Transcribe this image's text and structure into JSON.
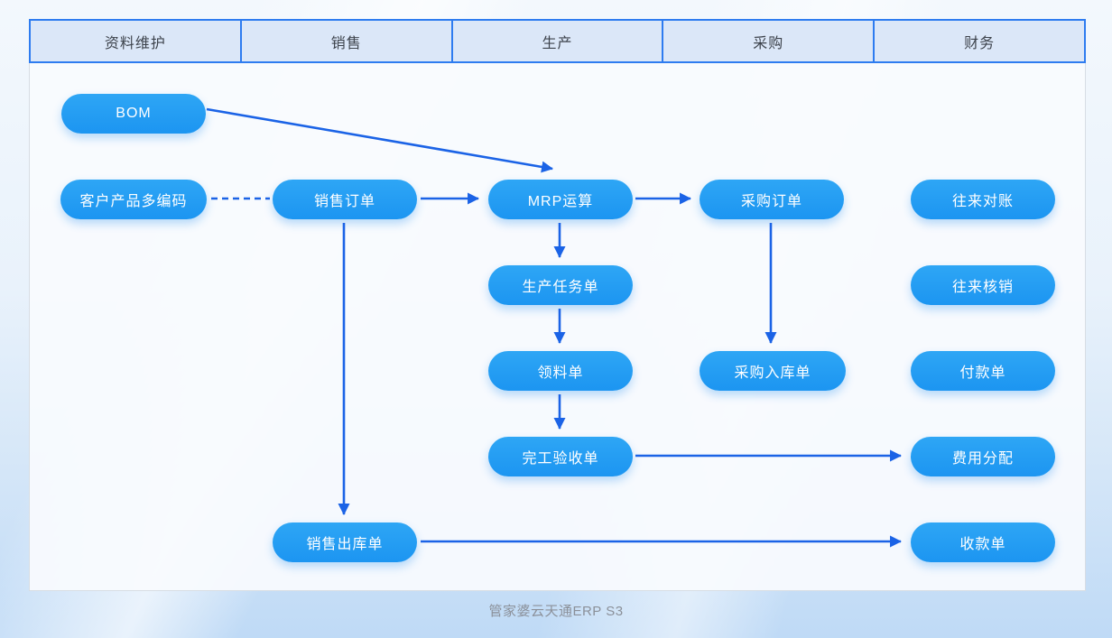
{
  "header": {
    "columns": [
      "资料维护",
      "销售",
      "生产",
      "采购",
      "财务"
    ]
  },
  "nodes": [
    {
      "id": "bom",
      "label": "BOM"
    },
    {
      "id": "customer-product-codes",
      "label": "客户产品多编码"
    },
    {
      "id": "sales-order",
      "label": "销售订单"
    },
    {
      "id": "mrp-calculation",
      "label": "MRP运算"
    },
    {
      "id": "purchase-order",
      "label": "采购订单"
    },
    {
      "id": "account-reconciliation",
      "label": "往来对账"
    },
    {
      "id": "production-task-order",
      "label": "生产任务单"
    },
    {
      "id": "account-write-off",
      "label": "往来核销"
    },
    {
      "id": "material-requisition",
      "label": "领料单"
    },
    {
      "id": "purchase-receipt",
      "label": "采购入库单"
    },
    {
      "id": "payment-order",
      "label": "付款单"
    },
    {
      "id": "completion-acceptance",
      "label": "完工验收单"
    },
    {
      "id": "expense-allocation",
      "label": "费用分配"
    },
    {
      "id": "sales-delivery-order",
      "label": "销售出库单"
    },
    {
      "id": "receipt-order",
      "label": "收款单"
    }
  ],
  "edges": [
    {
      "from": "BOM",
      "to": "MRP运算",
      "style": "solid-arrow"
    },
    {
      "from": "客户产品多编码",
      "to": "销售订单",
      "style": "dashed-line"
    },
    {
      "from": "销售订单",
      "to": "MRP运算",
      "style": "solid-arrow"
    },
    {
      "from": "MRP运算",
      "to": "采购订单",
      "style": "solid-arrow"
    },
    {
      "from": "MRP运算",
      "to": "生产任务单",
      "style": "solid-arrow"
    },
    {
      "from": "生产任务单",
      "to": "领料单",
      "style": "solid-arrow"
    },
    {
      "from": "领料单",
      "to": "完工验收单",
      "style": "solid-arrow"
    },
    {
      "from": "采购订单",
      "to": "采购入库单",
      "style": "solid-arrow"
    },
    {
      "from": "完工验收单",
      "to": "费用分配",
      "style": "solid-arrow"
    },
    {
      "from": "销售订单",
      "to": "销售出库单",
      "style": "solid-arrow"
    },
    {
      "from": "销售出库单",
      "to": "收款单",
      "style": "solid-arrow"
    }
  ],
  "footer": {
    "caption": "管家婆云天通ERP S3"
  },
  "colors": {
    "node_fill": "#1f9cf3",
    "arrow": "#1b63e6",
    "header_fill": "#dbe7f8",
    "header_border": "#2e7cf0",
    "header_text": "#3d434c",
    "panel_background": "#f8fbfe",
    "page_background_bottom": "#bfdaf6",
    "caption_text": "#8b9099"
  }
}
